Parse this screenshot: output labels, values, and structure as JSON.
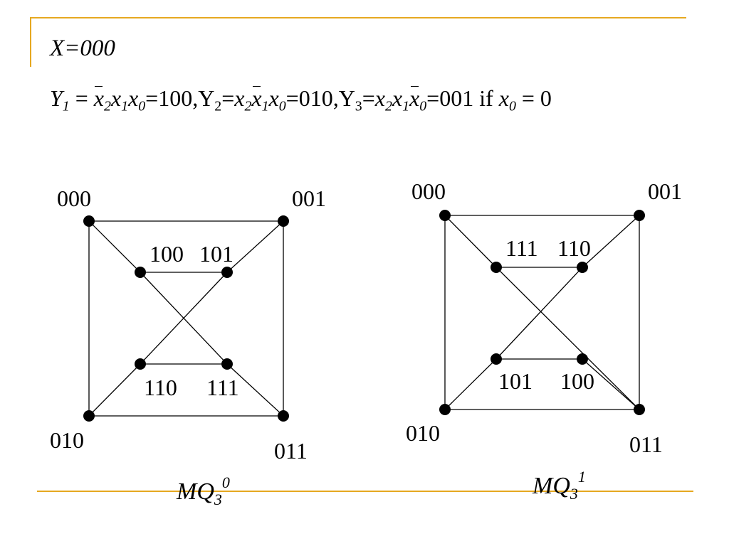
{
  "slide": {
    "title": "X=000",
    "formula": {
      "y1_lhs": "Y",
      "y1_sub": "1",
      "eq": " = ",
      "x": "x",
      "s2": "2",
      "s1": "1",
      "s0": "0",
      "y1_val": "=100,",
      "y2_lhs": "Y",
      "y2_sub": "2",
      "y2_val": "=010,",
      "y3_lhs": "Y",
      "y3_sub": "3",
      "y3_eq": "=",
      "y3_val": "=001 if ",
      "cond_tail": " = 0"
    }
  },
  "graphs": [
    {
      "label_base": "MQ",
      "label_sub": "3",
      "label_sup": "0",
      "nodes": {
        "000": "000",
        "001": "001",
        "010": "010",
        "011": "011",
        "100": "100",
        "101": "101",
        "110": "110",
        "111": "111"
      }
    },
    {
      "label_base": "MQ",
      "label_sub": "3",
      "label_sup": "1",
      "nodes": {
        "000": "000",
        "001": "001",
        "010": "010",
        "011": "011",
        "111": "111",
        "110": "110",
        "101": "101",
        "100": "100"
      }
    }
  ],
  "colors": {
    "accent": "#e6a820",
    "ink": "#000000",
    "background": "#ffffff"
  }
}
